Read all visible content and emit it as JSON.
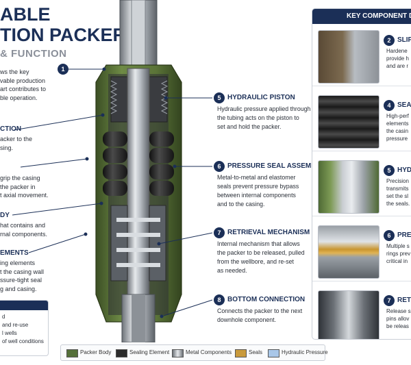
{
  "header": {
    "title_line1": "ABLE",
    "title_line2": "TION PACKER",
    "subtitle": "& FUNCTION"
  },
  "intro": [
    "ws the key",
    "vable production",
    "art contributes to",
    "ble operation."
  ],
  "left_sections": [
    {
      "heading": "CTION",
      "lines": [
        "acker to the",
        "sing."
      ]
    },
    {
      "heading": "",
      "lines": [
        "grip the casing",
        "the packer in",
        "t axial movement."
      ]
    },
    {
      "heading": "DY",
      "lines": [
        "hat contains and",
        "rnal components."
      ]
    },
    {
      "heading": "EMENTS",
      "lines": [
        "ing elements",
        "t the casing wall",
        "ssure-tight seal",
        "g and casing."
      ]
    }
  ],
  "left_callout_number": "1",
  "benefits": [
    "d",
    "and re-use",
    "l wells",
    "of well conditions"
  ],
  "callouts": [
    {
      "number": "5",
      "heading": "HYDRAULIC PISTON",
      "lines": [
        "Hydraulic pressure applied through",
        "the tubing acts on the piston to",
        "set and hold the packer."
      ]
    },
    {
      "number": "6",
      "heading": "PRESSURE SEAL ASSEMBLY",
      "lines": [
        "Metal-to-metal and elastomer",
        "seals prevent pressure bypass",
        "between internal components",
        "and to the casing."
      ]
    },
    {
      "number": "7",
      "heading": "RETRIEVAL MECHANISM",
      "lines": [
        "Internal mechanism that allows",
        "the packer to be released, pulled",
        "from the wellbore, and re-set",
        "as needed."
      ]
    },
    {
      "number": "8",
      "heading": "BOTTOM CONNECTION",
      "lines": [
        "Connects the packer to the next",
        "downhole component."
      ]
    }
  ],
  "panel": {
    "title": "KEY COMPONENT D",
    "cards": [
      {
        "number": "2",
        "heading": "SLIP",
        "lines": [
          "Hardene",
          "provide h",
          "and are r"
        ]
      },
      {
        "number": "4",
        "heading": "SEA",
        "lines": [
          "High-perf",
          "elements",
          "the casin",
          "pressure"
        ]
      },
      {
        "number": "5",
        "heading": "HYD",
        "lines": [
          "Precision",
          "transmits",
          "set the sl",
          "the seals."
        ]
      },
      {
        "number": "6",
        "heading": "PRES",
        "lines": [
          "Multiple s",
          "rings prev",
          "critical in"
        ]
      },
      {
        "number": "7",
        "heading": "RETI",
        "lines": [
          "Release s",
          "pins allov",
          "be releas"
        ]
      }
    ]
  },
  "legend": [
    {
      "label": "Packer Body",
      "color": "#55703a"
    },
    {
      "label": "Sealing Element",
      "color": "#2b2b2b"
    },
    {
      "label": "Metal Components",
      "color": "#a8adb3"
    },
    {
      "label": "Seals",
      "color": "#c99a3c"
    },
    {
      "label": "Hydraulic Pressure",
      "color": "#a9c7e8"
    }
  ]
}
